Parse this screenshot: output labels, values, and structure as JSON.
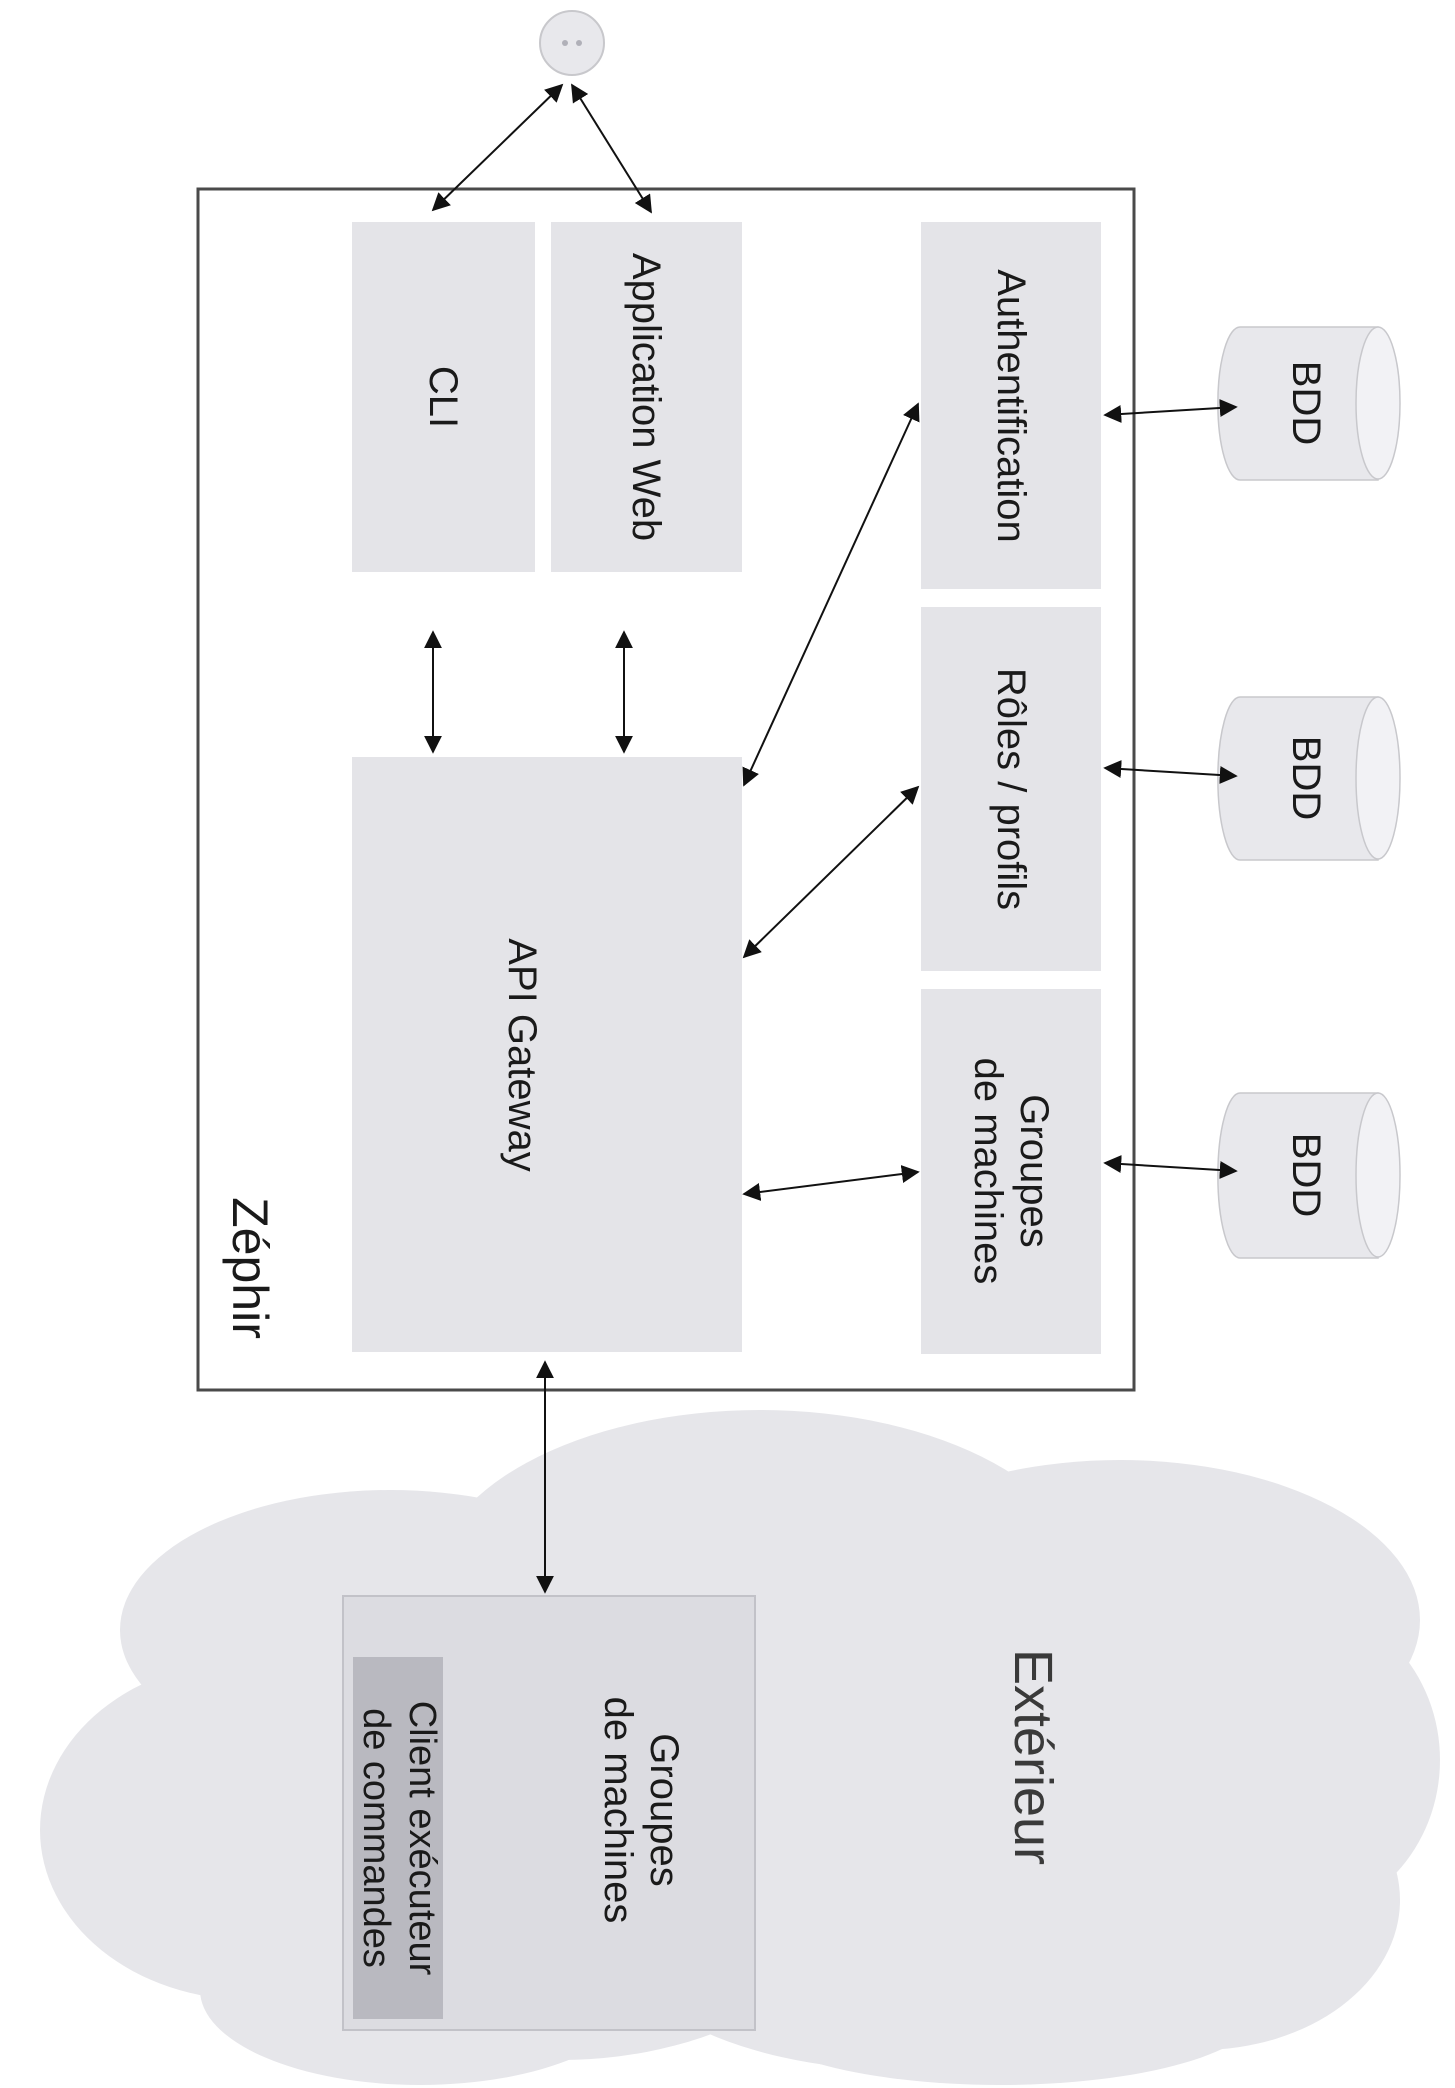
{
  "colors": {
    "box_fill": "#e4e4e8",
    "box_fill_dark": "#c5c5cc",
    "frame_stroke": "#4a4a4a",
    "cloud_fill": "#e6e6ea",
    "arrow": "#111111",
    "text": "#1a1a1a"
  },
  "user": {
    "icon": "user-icon"
  },
  "zephir": {
    "title": "Zéphir",
    "cli": "CLI",
    "web_app": "Application Web",
    "api_gateway": "API Gateway",
    "authentification": "Authentification",
    "roles": "Rôles / profils",
    "groups_line1": "Groupes",
    "groups_line2": "de machines"
  },
  "databases": [
    "BDD",
    "BDD",
    "BDD"
  ],
  "exterieur": {
    "title": "Extérieur",
    "groups_line1": "Groupes",
    "groups_line2": "de machines",
    "client_line1": "Client exécuteur",
    "client_line2": "de commandes"
  }
}
